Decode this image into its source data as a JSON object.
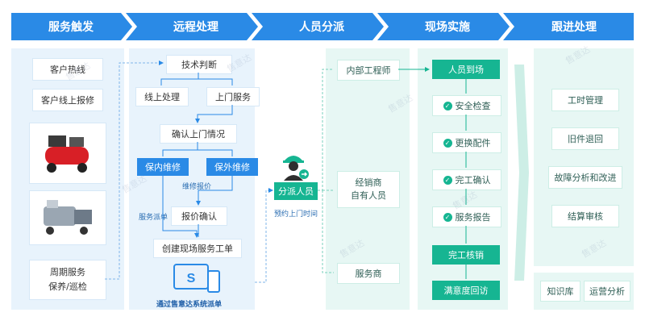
{
  "stages": [
    "服务触发",
    "远程处理",
    "人员分派",
    "现场实施",
    "跟进处理"
  ],
  "trigger": {
    "hotline": "客户热线",
    "online_report": "客户线上报修",
    "periodic_line1": "周期服务",
    "periodic_line2": "保养/巡检"
  },
  "remote": {
    "tech_judge": "技术判断",
    "online": "线上处理",
    "onsite": "上门服务",
    "confirm": "确认上门情况",
    "in_warranty": "保内维修",
    "out_warranty": "保外维修",
    "repair_quote": "维修报价",
    "dispatch_label": "服务派单",
    "quote_confirm": "报价确认",
    "create_order": "创建现场服务工单",
    "system_dispatch": "通过售意达系统派单"
  },
  "assign": {
    "label": "分派人员",
    "note": "预约上门时间"
  },
  "staff": {
    "internal": "内部工程师",
    "dealer_line1": "经销商",
    "dealer_line2": "自有人员",
    "provider": "服务商"
  },
  "onsite": {
    "arrive": "人员到场",
    "safety": "安全检查",
    "replace": "更换配件",
    "complete_confirm": "完工确认",
    "report": "服务报告",
    "verify": "完工核销",
    "survey": "满意度回访"
  },
  "followup": {
    "hours": "工时管理",
    "return": "旧件退回",
    "analysis": "故障分析和改进",
    "settle": "结算审核",
    "kb": "知识库",
    "ops": "运营分析"
  },
  "watermark": "售意达",
  "colors": {
    "blue": "#2a8ae6",
    "teal": "#16b592",
    "light_blue": "#e8f3fc",
    "light_teal": "#e7f7f4"
  }
}
